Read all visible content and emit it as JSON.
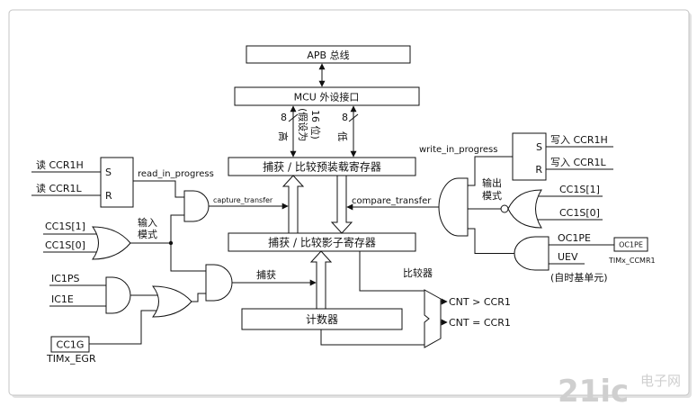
{
  "bus": {
    "apb": "APB 总线",
    "mcu": "MCU 外设接口",
    "high_width": "8",
    "high_label": "高",
    "note_line1": "(假设为",
    "note_line2": "16 位)",
    "low_width": "8",
    "low_label": "低"
  },
  "registers": {
    "preload": "捕获 / 比较预装载寄存器",
    "shadow": "捕获 / 比较影子寄存器",
    "counter": "计数器"
  },
  "input": {
    "read_high": "读 CCR1H",
    "read_low": "读 CCR1L",
    "set": "S",
    "reset": "R",
    "read_in_progress": "read_in_progress",
    "capture_transfer": "capture_transfer",
    "cc1s1": "CC1S[1]",
    "cc1s0": "CC1S[0]",
    "mode_line1": "输入",
    "mode_line2": "模式",
    "ic1ps": "IC1PS",
    "ic1e": "IC1E",
    "capture": "捕获",
    "cc1g": "CC1G",
    "egr": "TIMx_EGR"
  },
  "output": {
    "write_in_progress": "write_in_progress",
    "set": "S",
    "reset": "R",
    "write_high": "写入 CCR1H",
    "write_low": "写入 CCR1L",
    "mode_line1": "输出",
    "mode_line2": "模式",
    "compare_transfer": "compare_transfer",
    "cc1s1": "CC1S[1]",
    "cc1s0": "CC1S[0]",
    "oc1pe": "OC1PE",
    "oc1pe_reg": "OC1PE",
    "ccmr1": "TIMx_CCMR1",
    "uev": "UEV",
    "uev_source": "(自时基单元)"
  },
  "comparator": {
    "label": "比较器",
    "greater": "CNT > CCR1",
    "equal": "CNT = CCR1"
  },
  "watermark": {
    "brand": "21ic",
    "site": "电子网"
  }
}
